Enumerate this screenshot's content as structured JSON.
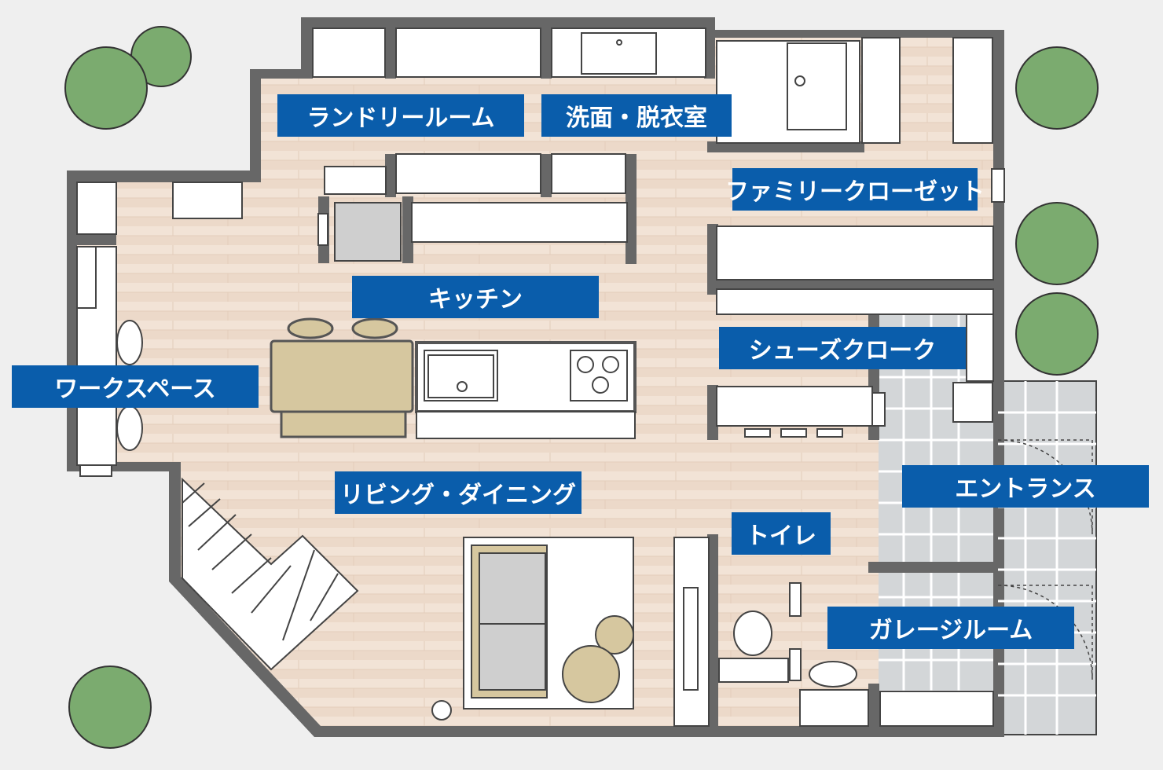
{
  "colors": {
    "background": "#efefef",
    "wall": "#676767",
    "floor": "#ecd9c9",
    "tile": "#d3d6d8",
    "label_bg": "#0a5dab",
    "label_text": "#ffffff",
    "tree": "#7bab6f",
    "table": "#d6c79f",
    "furniture": "#ffffff"
  },
  "rooms": {
    "laundry": "ランドリールーム",
    "washroom": "洗面・脱衣室",
    "family_closet": "ファミリークローゼット",
    "kitchen": "キッチン",
    "workspace": "ワークスペース",
    "shoes_closet": "シューズクローク",
    "living_dining": "リビング・ダイニング",
    "entrance": "エントランス",
    "toilet": "トイレ",
    "garage_room": "ガレージルーム"
  },
  "icons": {
    "tree": "tree-icon",
    "stove": "stove-icon",
    "sink": "sink-icon",
    "toilet": "toilet-icon",
    "stairs": "stairs-icon"
  }
}
